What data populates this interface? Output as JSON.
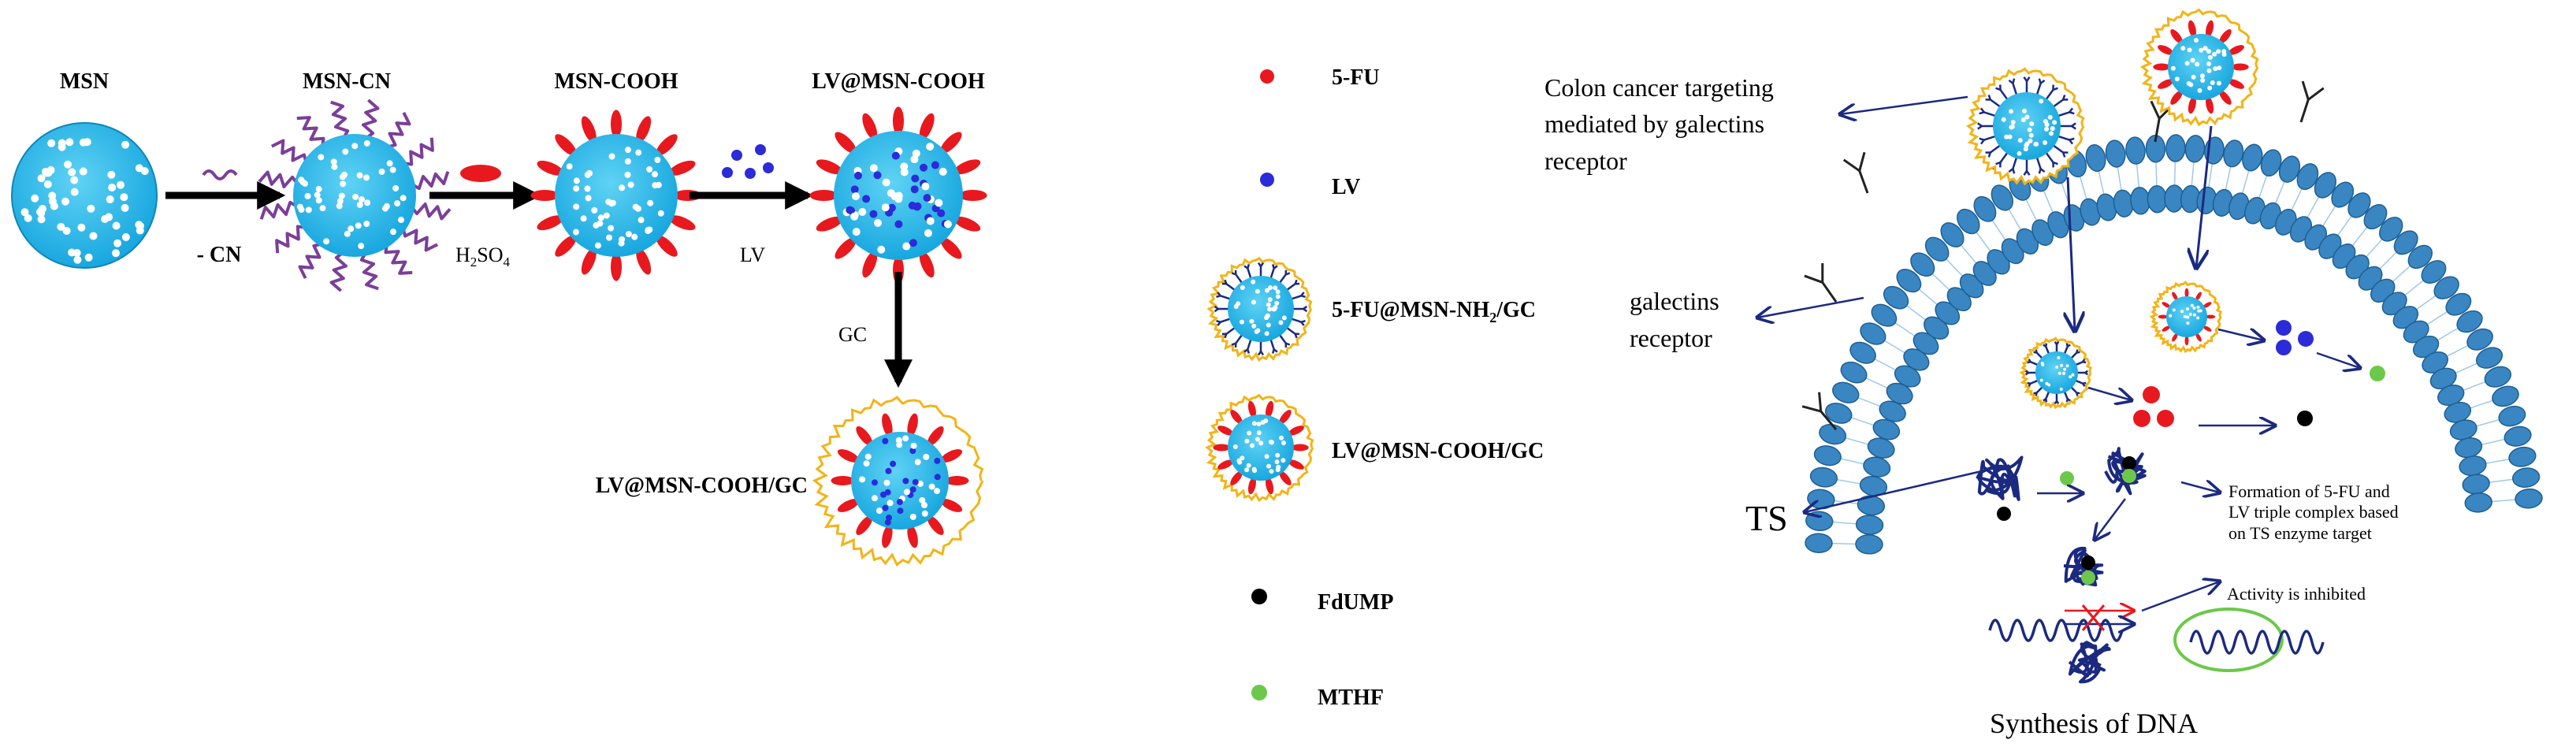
{
  "synthesis": {
    "msn": "MSN",
    "msn_cn": "MSN-CN",
    "msn_cooh": "MSN-COOH",
    "lv_msn_cooh": "LV@MSN-COOH",
    "lv_msn_cooh_gc": "LV@MSN-COOH/GC",
    "step_cn": "- CN",
    "step_h2so4_main": "H",
    "step_h2so4_sub2": "2",
    "step_h2so4_mid": "SO",
    "step_h2so4_sub4": "4",
    "step_lv": "LV",
    "step_gc": "GC"
  },
  "legend": {
    "fu": "5-FU",
    "lv": "LV",
    "fu_msn_nh2_gc_a": "5-FU@MSN-NH",
    "fu_msn_nh2_gc_sub": "2",
    "fu_msn_nh2_gc_b": "/GC",
    "lv_msn_cooh_gc": "LV@MSN-COOH/GC",
    "fdump": "FdUMP",
    "mthf": "MTHF"
  },
  "cell": {
    "targeting_line1": "Colon cancer targeting",
    "targeting_line2": "mediated by galectins",
    "targeting_line3": "receptor",
    "galectins_line1": "galectins",
    "galectins_line2": "receptor",
    "ts": "TS",
    "complex_line1": "Formation of 5-FU and",
    "complex_line2": "LV triple complex based",
    "complex_line3": "on TS enzyme target",
    "inhibited": "Activity is inhibited",
    "synthesis_dna": "Synthesis of DNA"
  },
  "colors": {
    "msn_blue": "#1fb3e8",
    "fu_red": "#e8191e",
    "lv_blue": "#2b2bd9",
    "chain_purple": "#7b3f98",
    "gc_yellow": "#f2b418",
    "arrow_navy": "#1b2a80",
    "membrane_blue": "#3a86c2",
    "mthf_green": "#6cc84a",
    "fdump_black": "#000000"
  }
}
